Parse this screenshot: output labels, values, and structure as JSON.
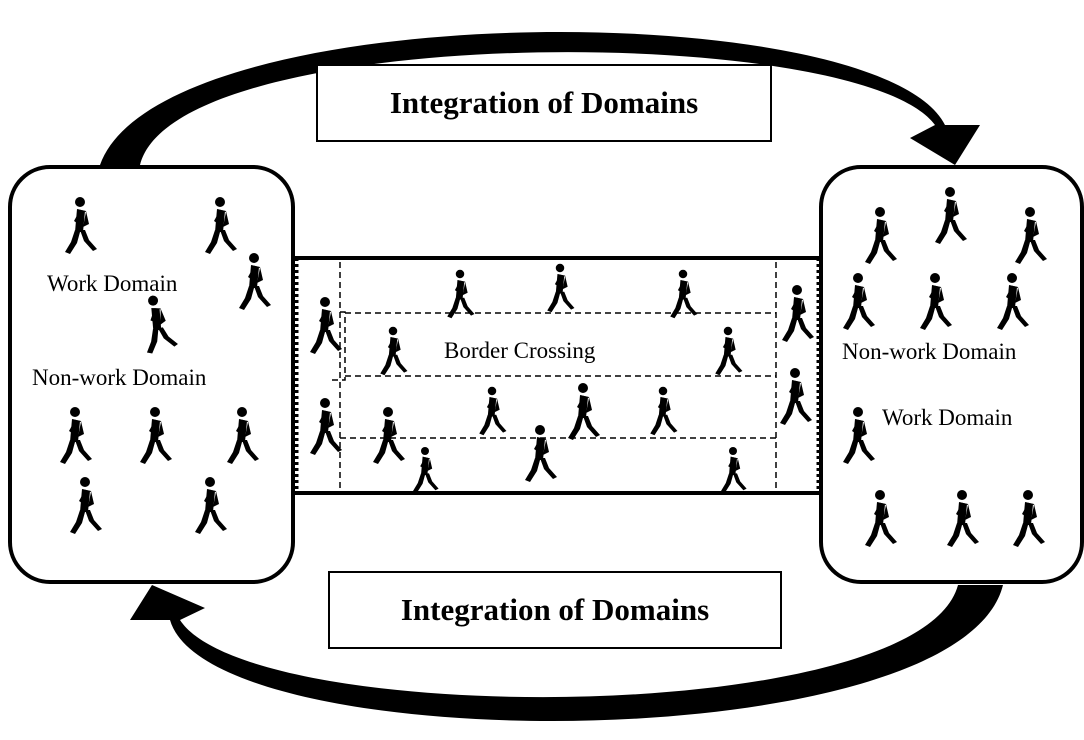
{
  "title_top": "Integration of Domains",
  "title_bottom": "Integration of Domains",
  "left_box": {
    "work_label": "Work Domain",
    "nonwork_label": "Non-work Domain"
  },
  "right_box": {
    "nonwork_label": "Non-work Domain",
    "work_label": "Work Domain"
  },
  "bridge": {
    "label": "Border Crossing"
  },
  "colors": {
    "ink": "#000000",
    "background": "#ffffff"
  },
  "icons": [
    "walking-person-icon",
    "cycle-arrow-icon"
  ]
}
